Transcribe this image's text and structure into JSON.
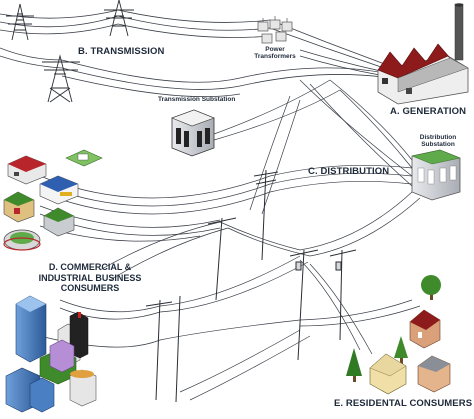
{
  "labels": {
    "transmission": "B. TRANSMISSION",
    "power_transformers_line1": "Power",
    "power_transformers_line2": "Transformers",
    "generation": "A. GENERATION",
    "transmission_substation": "Transmission Substation",
    "distribution_substation_line1": "Distribution",
    "distribution_substation_line2": "Substation",
    "distribution": "C. DISTRIBUTION",
    "commercial_line1": "D. COMMERCIAL &",
    "commercial_line2": "INDUSTRIAL BUSINESS",
    "commercial_line3": "CONSUMERS",
    "residential": "E. RESIDENTAL CONSUMERS"
  },
  "colors": {
    "factory_roof": "#8e1b1b",
    "wire": "#3a3f47",
    "tree_green": "#3f8a2a",
    "building_blue": "#4a7fc4",
    "substation_gray": "#c9ccd1"
  },
  "icons": [
    "transmission-tower-icon",
    "power-transformer-icon",
    "factory-icon",
    "transmission-substation-icon",
    "distribution-substation-icon",
    "utility-pole-icon",
    "commercial-building-icon",
    "stadium-icon",
    "skyscraper-icon",
    "house-icon",
    "tree-icon"
  ]
}
